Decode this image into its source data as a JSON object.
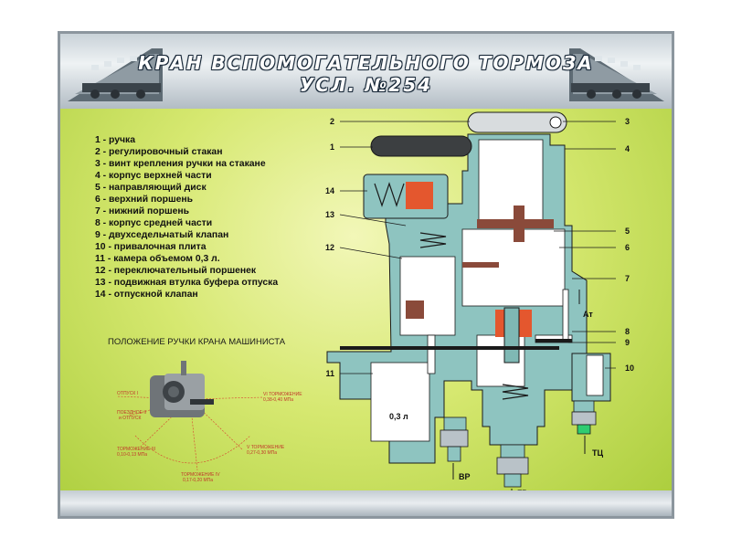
{
  "title": {
    "line1": "КРАН ВСПОМОГАТЕЛЬНОГО ТОРМОЗА",
    "line2": "УСЛ. №254"
  },
  "legend": [
    "1 - ручка",
    "2 - регулировочный стакан",
    "3 - винт крепления ручки на стакане",
    "4 - корпус верхней части",
    "5 - направляющий диск",
    "6 - верхний поршень",
    "7 - нижний поршень",
    "8 - корпус средней части",
    "9 - двухседельчатый клапан",
    "10 - привалочная плита",
    "11 - камера объемом 0,3 л.",
    "12 - переключательный поршенек",
    "13 - подвижная втулка буфера отпуска",
    "14 - отпускной клапан"
  ],
  "positions": {
    "title": "ПОЛОЖЕНИЕ РУЧКИ КРАНА МАШИНИСТА",
    "labels": {
      "p1": "ОТПУСК I",
      "p2a": "ПОЕЗДНОЕ II",
      "p2b": "и ОТПУСК",
      "p3a": "ТОРМОЖЕНИЕ III",
      "p3b": "0,10-0,13 МПа",
      "p4a": "ТОРМОЖЕНИЕ IV",
      "p4b": "0,17-0,20 МПа",
      "p5a": "V ТОРМОЖЕНИЕ",
      "p5b": "0,27-0,30 МПа",
      "p6a": "VI ТОРМОЖЕНИЕ",
      "p6b": "0,38-0,40 МПа"
    }
  },
  "callouts": {
    "n1": "1",
    "n2": "2",
    "n3": "3",
    "n4": "4",
    "n5": "5",
    "n6": "6",
    "n7": "7",
    "n8": "8",
    "n9": "9",
    "n10": "10",
    "n11": "11",
    "n12": "12",
    "n13": "13",
    "n14": "14"
  },
  "ports": {
    "at": "Ат",
    "vr": "ВР",
    "gr": "ГР",
    "tc": "ТЦ",
    "chamber": "0,3 л"
  },
  "colors": {
    "body": "#8ec4c0",
    "cavity": "#ffffff",
    "piston": "#8a4a3a",
    "spring": "#e4572e",
    "handle": "#3c3f41",
    "outline": "#1a1a1a"
  }
}
